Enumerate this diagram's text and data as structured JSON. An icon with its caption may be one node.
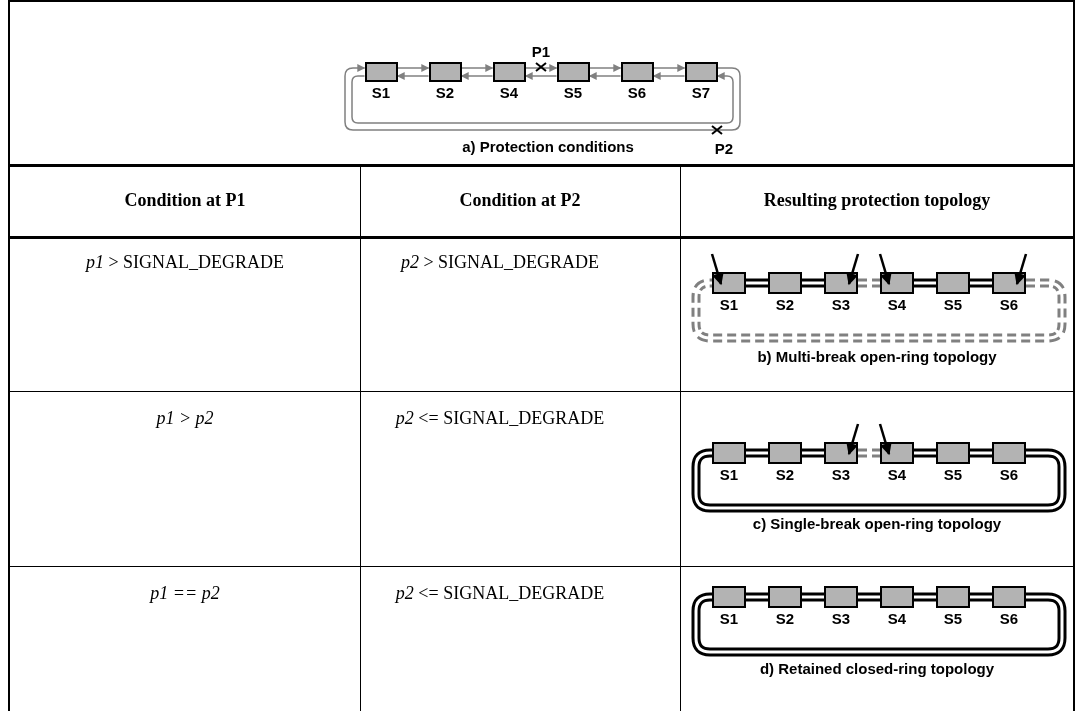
{
  "diagram": {
    "nodes": [
      {
        "text": [
          "S1"
        ]
      },
      {
        "text": [
          "S2"
        ]
      },
      {
        "text": [
          "S4"
        ]
      },
      {
        "text": [
          "S5"
        ]
      },
      {
        "text": [
          "S6"
        ]
      },
      {
        "text": [
          "S7"
        ]
      },
      {
        "text": [
          "S1"
        ]
      },
      {
        "text": [
          "S2"
        ]
      },
      {
        "text": [
          "S3"
        ]
      },
      {
        "text": [
          "S4"
        ]
      },
      {
        "text": [
          "S5"
        ]
      },
      {
        "text": [
          "S6"
        ]
      },
      {
        "text": [
          "S1"
        ]
      },
      {
        "text": [
          "S2"
        ]
      },
      {
        "text": [
          "S3"
        ]
      },
      {
        "text": [
          "S4"
        ]
      },
      {
        "text": [
          "S5"
        ]
      },
      {
        "text": [
          "S6"
        ]
      },
      {
        "text": [
          "S1"
        ]
      },
      {
        "text": [
          "S2"
        ]
      },
      {
        "text": [
          "S3"
        ]
      },
      {
        "text": [
          "S4"
        ]
      },
      {
        "text": [
          "S5"
        ]
      },
      {
        "text": [
          "S6"
        ]
      }
    ],
    "edges": [
      {
        "from": 0,
        "to": 1,
        "arrow": "to"
      },
      {
        "from": 1,
        "to": 2,
        "arrow": "to"
      },
      {
        "from": 2,
        "to": 3,
        "arrow": "to"
      },
      {
        "from": 3,
        "to": 4,
        "arrow": "to"
      },
      {
        "from": 4,
        "to": 5,
        "arrow": "to"
      },
      {
        "from": 5,
        "to": 0,
        "arrow": "to"
      },
      {
        "from": 1,
        "to": 0,
        "arrow": "to"
      },
      {
        "from": 2,
        "to": 1,
        "arrow": "to"
      },
      {
        "from": 3,
        "to": 2,
        "arrow": "to"
      },
      {
        "from": 4,
        "to": 3,
        "arrow": "to"
      },
      {
        "from": 5,
        "to": 4,
        "arrow": "to"
      },
      {
        "from": 0,
        "to": 5,
        "arrow": "to"
      },
      {
        "from": 6,
        "to": 7,
        "arrow": "none",
        "color": "#000000"
      },
      {
        "from": 7,
        "to": 8,
        "arrow": "none",
        "color": "#000000"
      },
      {
        "from": 8,
        "to": 9,
        "arrow": "none",
        "style": "dashed"
      },
      {
        "from": 9,
        "to": 10,
        "arrow": "none",
        "color": "#000000"
      },
      {
        "from": 10,
        "to": 11,
        "arrow": "none",
        "color": "#000000"
      },
      {
        "from": 11,
        "to": 6,
        "arrow": "none",
        "style": "dashed"
      },
      {
        "from": 12,
        "to": 13,
        "arrow": "none",
        "color": "#000000"
      },
      {
        "from": 13,
        "to": 14,
        "arrow": "none",
        "color": "#000000"
      },
      {
        "from": 14,
        "to": 15,
        "arrow": "none",
        "style": "dashed"
      },
      {
        "from": 15,
        "to": 16,
        "arrow": "none",
        "color": "#000000"
      },
      {
        "from": 16,
        "to": 17,
        "arrow": "none",
        "color": "#000000"
      },
      {
        "from": 17,
        "to": 12,
        "arrow": "none",
        "color": "#000000"
      },
      {
        "from": 18,
        "to": 19,
        "arrow": "none",
        "color": "#000000"
      },
      {
        "from": 19,
        "to": 20,
        "arrow": "none",
        "color": "#000000"
      },
      {
        "from": 20,
        "to": 21,
        "arrow": "none",
        "color": "#000000"
      },
      {
        "from": 21,
        "to": 22,
        "arrow": "none",
        "color": "#000000"
      },
      {
        "from": 22,
        "to": 23,
        "arrow": "none",
        "color": "#000000"
      },
      {
        "from": 23,
        "to": 18,
        "arrow": "none",
        "color": "#000000"
      }
    ],
    "labels": [
      "P1",
      "a) Protection conditions",
      "P2",
      "Condition at P1",
      "Condition at P2",
      "Resulting protection topology",
      "*p1* > SIGNAL_DEGRADE",
      "*p2* > SIGNAL_DEGRADE",
      "b) Multi-break open-ring topology",
      "p1 > p2",
      "*p2* <= SIGNAL_DEGRADE",
      "c) Single-break open-ring topology",
      "p1 == p2",
      "*p2* <= SIGNAL_DEGRADE",
      "d) Retained closed-ring topology"
    ]
  }
}
